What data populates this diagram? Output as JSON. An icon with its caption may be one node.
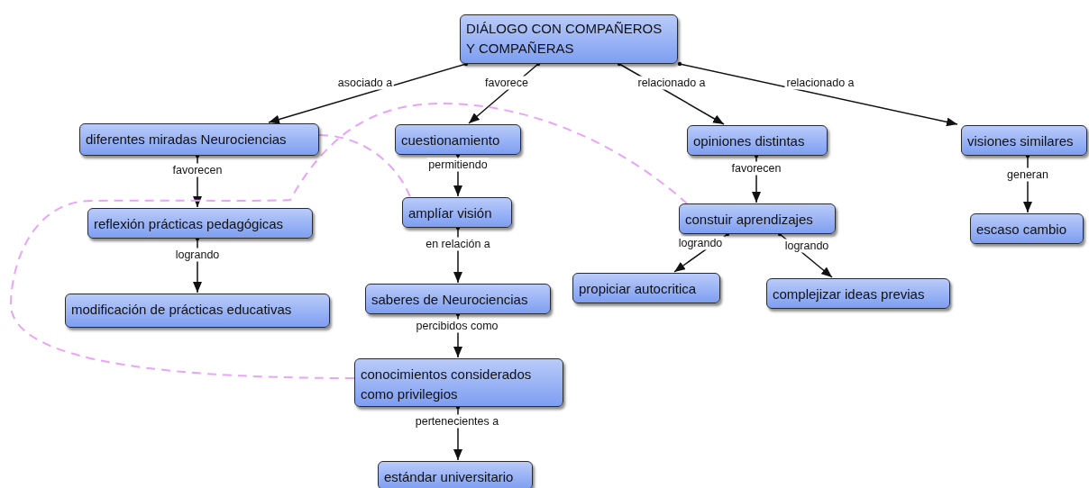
{
  "diagram": {
    "nodes": [
      {
        "text": [
          "DIÁLOGO CON COMPAÑEROS Y COMPAÑERAS"
        ]
      },
      {
        "text": [
          "diferentes miradas Neurociencias"
        ]
      },
      {
        "text": [
          "cuestionamiento"
        ]
      },
      {
        "text": [
          "opiniones distintas"
        ]
      },
      {
        "text": [
          "visiones similares"
        ]
      },
      {
        "text": [
          "reflexión prácticas pedagógicas"
        ]
      },
      {
        "text": [
          "amplíar visión"
        ]
      },
      {
        "text": [
          "constuir aprendizajes"
        ]
      },
      {
        "text": [
          "escaso cambio"
        ]
      },
      {
        "text": [
          "modificación de prácticas educativas"
        ]
      },
      {
        "text": [
          "saberes de Neurociencias"
        ]
      },
      {
        "text": [
          "propiciar autocritica"
        ]
      },
      {
        "text": [
          "complejizar ideas previas"
        ]
      },
      {
        "text": [
          "conocimientos considerados como privilegios"
        ]
      },
      {
        "text": [
          "estándar universitario"
        ]
      }
    ],
    "edges": [
      {
        "from": 0,
        "to": 1,
        "arrow": "to",
        "label": "asociado a"
      },
      {
        "from": 0,
        "to": 2,
        "arrow": "to",
        "label": "favorece"
      },
      {
        "from": 0,
        "to": 3,
        "arrow": "to",
        "label": "relacionado a"
      },
      {
        "from": 0,
        "to": 4,
        "arrow": "to",
        "label": "relacionado a"
      },
      {
        "from": 1,
        "to": 5,
        "arrow": "to",
        "label": "favorecen"
      },
      {
        "from": 2,
        "to": 6,
        "arrow": "to",
        "label": "permitiendo"
      },
      {
        "from": 3,
        "to": 7,
        "arrow": "to",
        "label": "favorecen"
      },
      {
        "from": 4,
        "to": 8,
        "arrow": "to",
        "label": "generan"
      },
      {
        "from": 5,
        "to": 9,
        "arrow": "to",
        "label": "logrando"
      },
      {
        "from": 6,
        "to": 10,
        "arrow": "to",
        "label": "en relación a"
      },
      {
        "from": 7,
        "to": 11,
        "arrow": "to",
        "label": "logrando"
      },
      {
        "from": 7,
        "to": 12,
        "arrow": "to",
        "label": "logrando"
      },
      {
        "from": 10,
        "to": 13,
        "arrow": "to",
        "label": "percibidos como"
      },
      {
        "from": 13,
        "to": 14,
        "arrow": "to",
        "label": "pertenecientes a"
      },
      {
        "from": 1,
        "to": 6,
        "arrow": "none",
        "style": "dashed",
        "color": "#e9a3fb"
      },
      {
        "from": 13,
        "to": 7,
        "arrow": "none",
        "style": "dashed",
        "color": "#e9a3fb"
      }
    ]
  }
}
